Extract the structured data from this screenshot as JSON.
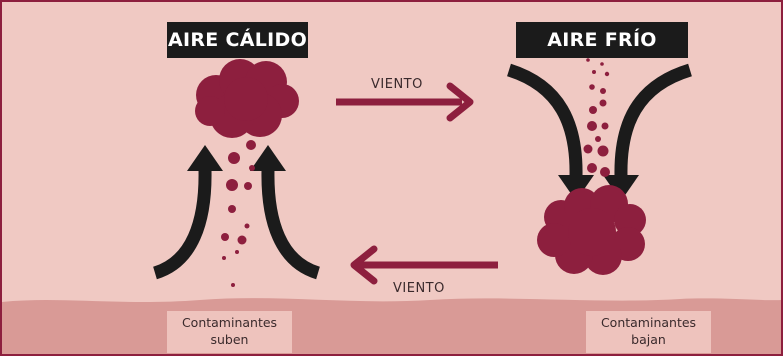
{
  "labels": {
    "warm_air": "AIRE CÁLIDO",
    "cold_air": "AIRE FRÍO"
  },
  "wind": {
    "top": "VIENTO",
    "bottom": "VIENTO"
  },
  "captions": {
    "left": {
      "line1": "Contaminantes",
      "line2": "suben"
    },
    "right": {
      "line1": "Contaminantes",
      "line2": "bajan"
    }
  },
  "colors": {
    "background": "#f0c9c3",
    "ground": "#d99a96",
    "frame": "#8d1f3e",
    "pollution": "#8d1f3e",
    "air_arrow": "#1b1b1b",
    "label_bg": "#1b1b1b"
  },
  "icons": [
    "pollution-cloud-icon",
    "rising-air-arrow-icon",
    "falling-air-arrow-icon",
    "wind-arrow-icon"
  ]
}
